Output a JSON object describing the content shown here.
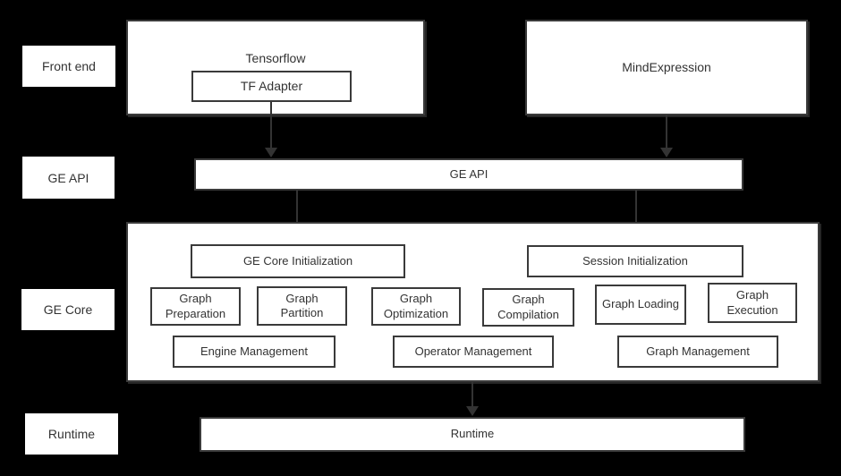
{
  "colors": {
    "background": "#000000",
    "box_fill": "#ffffff",
    "border": "#3a3a3a",
    "text": "#333333",
    "arrow": "#333333"
  },
  "side_labels": [
    {
      "label": "Front end"
    },
    {
      "label": "GE API"
    },
    {
      "label": "GE Core"
    },
    {
      "label": "Runtime"
    }
  ],
  "front_end": {
    "tensorflow_title": "Tensorflow",
    "tf_adapter_label": "TF Adapter",
    "mindexpression_label": "MindExpression"
  },
  "api_bar": {
    "label": "GE API"
  },
  "ge_core": {
    "init_boxes": [
      {
        "label": "GE Core Initialization"
      },
      {
        "label": "Session Initialization"
      }
    ],
    "pipeline_boxes": [
      {
        "label": "Graph Preparation"
      },
      {
        "label": "Graph Partition"
      },
      {
        "label": "Graph Optimization"
      },
      {
        "label": "Graph Compilation"
      },
      {
        "label": "Graph Loading"
      },
      {
        "label": "Graph Execution"
      }
    ],
    "management_boxes": [
      {
        "label": "Engine Management"
      },
      {
        "label": "Operator Management"
      },
      {
        "label": "Graph Management"
      }
    ]
  },
  "runtime_bar": {
    "label": "Runtime"
  }
}
